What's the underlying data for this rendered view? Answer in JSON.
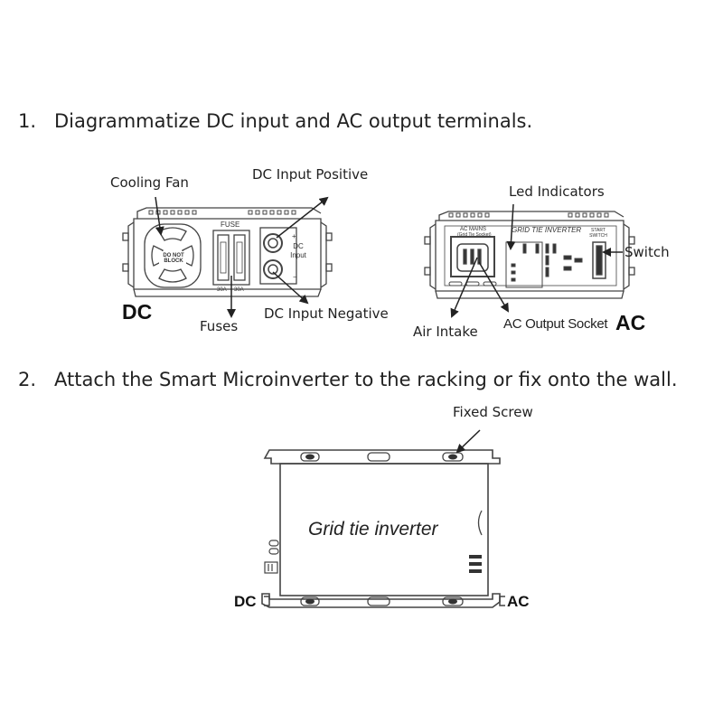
{
  "steps": [
    {
      "number": "1.",
      "text": "Diagrammatize DC input and AC output terminals."
    },
    {
      "number": "2.",
      "text": "Attach the Smart Microinverter to the racking or fix onto the wall."
    }
  ],
  "dc_panel": {
    "cooling_fan": "Cooling  Fan",
    "dc_input_positive": "DC Input Positive",
    "dc_input_negative": "DC Input Negative",
    "fuses": "Fuses",
    "side_label": "DC",
    "fan_text": "DO NOT BLOCK",
    "fuse_title": "FUSE",
    "fuse_ratings": [
      "30A",
      "30A"
    ],
    "plus": "+",
    "minus": "−",
    "dc_input_text": "DC Input"
  },
  "ac_panel": {
    "led_indicators": "Led Indicators",
    "switch": "Switch",
    "air_intake": "Air  Intake",
    "ac_output_socket": "AC Output Socket",
    "side_label": "AC",
    "ac_mains": "AC MAINS",
    "grid_sockets": "(Grid Tie Socket)",
    "title": "GRID TIE INVERTER",
    "start_switch": "START SWITCH"
  },
  "mounting": {
    "fixed_screw": "Fixed  Screw",
    "body_text": "Grid tie inverter",
    "dc_label": "DC",
    "ac_label": "AC"
  }
}
